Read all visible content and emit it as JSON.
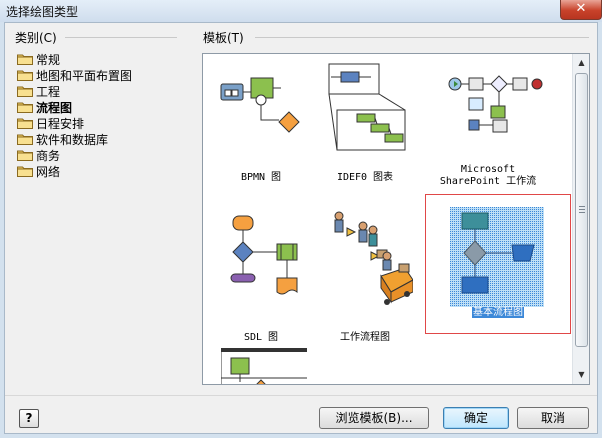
{
  "window": {
    "title": "选择绘图类型",
    "close_glyph": "✕"
  },
  "categories": {
    "heading": "类别(C)",
    "items": [
      {
        "label": "常规",
        "selected": false
      },
      {
        "label": "地图和平面布置图",
        "selected": false
      },
      {
        "label": "工程",
        "selected": false
      },
      {
        "label": "流程图",
        "selected": true
      },
      {
        "label": "日程安排",
        "selected": false
      },
      {
        "label": "软件和数据库",
        "selected": false
      },
      {
        "label": "商务",
        "selected": false
      },
      {
        "label": "网络",
        "selected": false
      }
    ]
  },
  "templates": {
    "heading": "模板(T)",
    "items": [
      {
        "label": "BPMN 图",
        "icon": "bpmn-diagram-icon"
      },
      {
        "label": "IDEF0 图表",
        "icon": "idef0-diagram-icon"
      },
      {
        "label": "Microsoft\nSharePoint 工作流",
        "icon": "sharepoint-workflow-icon"
      },
      {
        "label": "SDL 图",
        "icon": "sdl-diagram-icon"
      },
      {
        "label": "工作流程图",
        "icon": "work-flow-diagram-icon"
      },
      {
        "label": "基本流程图",
        "icon": "basic-flowchart-icon",
        "selected": true
      },
      {
        "label": "",
        "icon": "cross-functional-flowchart-icon"
      }
    ]
  },
  "buttons": {
    "help": "?",
    "browse": "浏览模板(B)...",
    "ok": "确定",
    "cancel": "取消"
  },
  "colors": {
    "window_bg": "#d3e1ee",
    "selection_blue": "#3c88d8",
    "selection_border": "#e04848",
    "shape_green": "#8cc04e",
    "shape_orange": "#f5a040",
    "shape_purple": "#8a60b0",
    "shape_teal": "#3d8f9a"
  }
}
